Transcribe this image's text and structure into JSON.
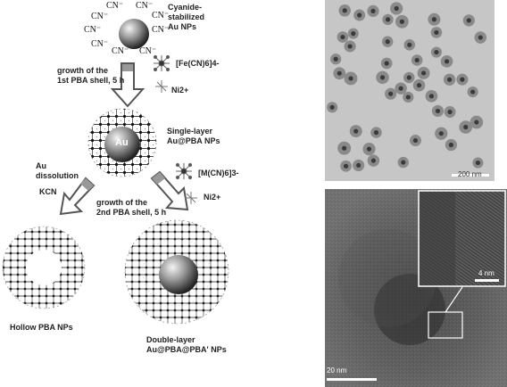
{
  "scheme": {
    "start_label_line1": "Cyanide-",
    "start_label_line2": "stabilized",
    "start_label_line3": "Au NPs",
    "cn_ligand": "CN⁻",
    "step1_line1": "growth of the",
    "step1_line2": "1st PBA shell, 5 h",
    "reagent1": "[Fe(CN)6]4-",
    "ion1": "Ni2+",
    "core_label": "Au",
    "single_label_line1": "Single-layer",
    "single_label_line2": "Au@PBA NPs",
    "dissolution_line1": "Au",
    "dissolution_line2": "dissolution",
    "dissolution_reagent": "KCN",
    "step2_line1": "growth of the",
    "step2_line2": "2nd PBA shell, 5 h",
    "reagent2": "[M(CN)6]3-",
    "ion2": "Ni2+",
    "hollow_label": "Hollow PBA NPs",
    "double_label_line1": "Double-layer",
    "double_label_line2": "Au@PBA@PBA' NPs"
  },
  "micrographs": {
    "top_scale": "200 nm",
    "bottom_scale": "20 nm",
    "inset_scale": "4 nm"
  }
}
